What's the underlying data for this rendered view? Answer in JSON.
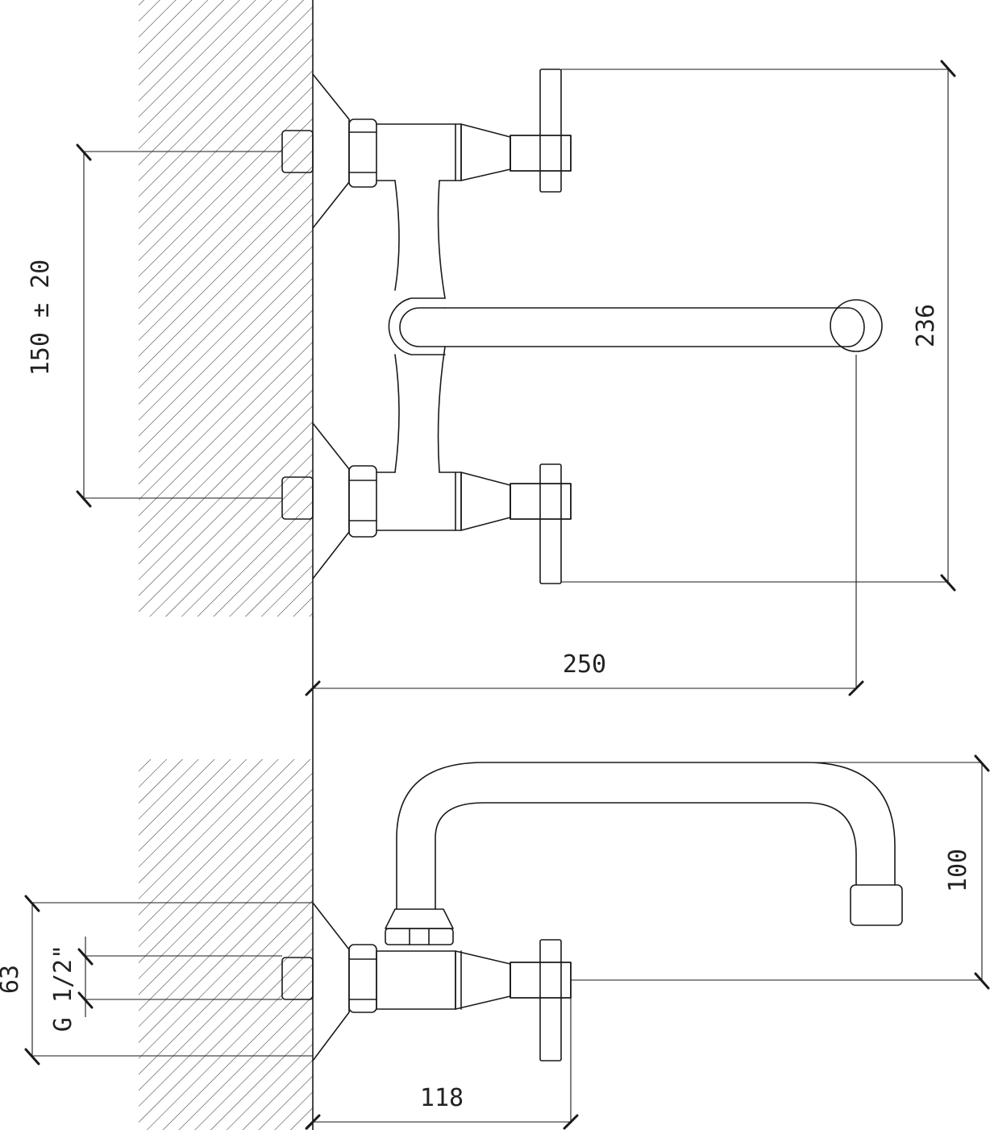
{
  "dimensions": {
    "height_236": "236",
    "spacing_150": "150 ± 20",
    "projection_250": "250",
    "height_100": "100",
    "height_63": "63",
    "thread_g12": "G 1/2\"",
    "depth_118": "118"
  },
  "colors": {
    "line": "#1a1a1a",
    "background": "#ffffff"
  }
}
